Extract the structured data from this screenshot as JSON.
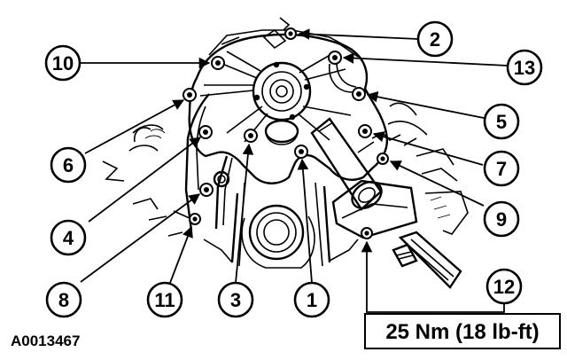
{
  "figure_id": "A0013467",
  "torque_spec": "25 Nm (18 lb-ft)",
  "callouts": [
    "1",
    "2",
    "3",
    "4",
    "5",
    "6",
    "7",
    "8",
    "9",
    "10",
    "11",
    "12",
    "13"
  ],
  "colors": {
    "ink": "#000000",
    "background": "#ffffff"
  }
}
